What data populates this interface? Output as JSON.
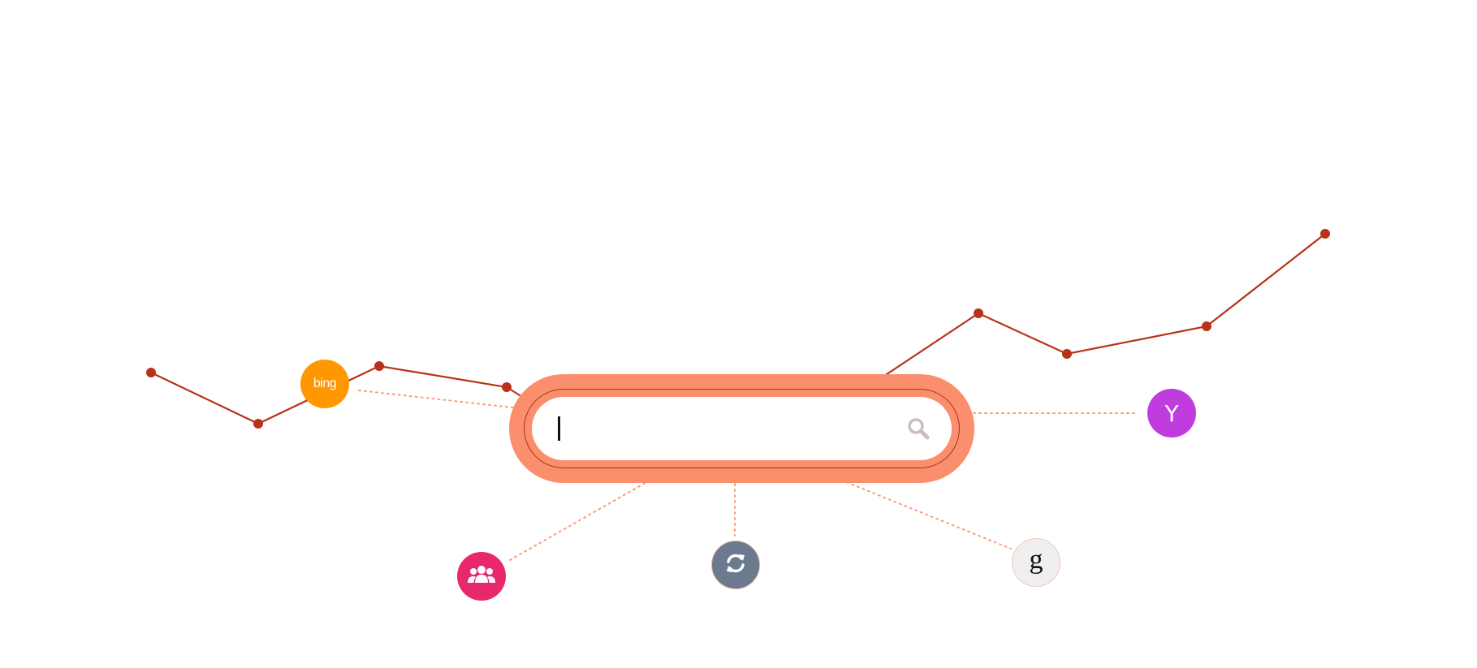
{
  "colors": {
    "trend_line": "#b8321a",
    "connector": "#fb9a7b",
    "pill": "#fb8e6d",
    "pill_ring": "#a8311c",
    "bing": "#ff9800",
    "yahoo": "#c13cde",
    "people": "#e8286c",
    "refresh": "#6b7a8f",
    "google": "#efefef"
  },
  "search": {
    "value": "",
    "icon": "search-icon"
  },
  "engines": {
    "bing": {
      "label": "bing",
      "icon": "bing-logo"
    },
    "yahoo": {
      "label": "Y",
      "icon": "yahoo-logo"
    },
    "people": {
      "icon": "people-icon"
    },
    "refresh": {
      "icon": "refresh-icon"
    },
    "google": {
      "label": "g",
      "icon": "google-logo"
    }
  }
}
